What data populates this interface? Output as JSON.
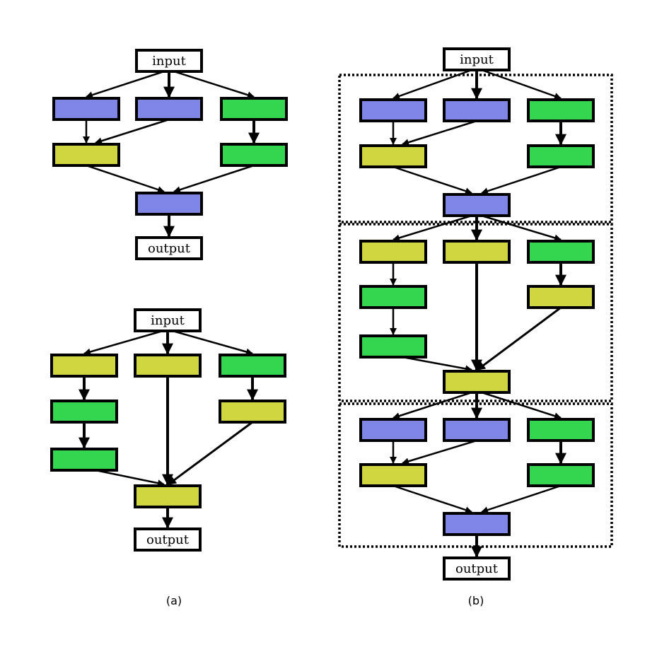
{
  "colors": {
    "blue": "#7f86e6",
    "yellow": "#cfd63f",
    "green": "#33d64e",
    "white": "#ffffff",
    "stroke": "#000000"
  },
  "texts": {
    "input": "input",
    "output": "output"
  },
  "captions": {
    "a": "(a)",
    "b": "(b)"
  }
}
